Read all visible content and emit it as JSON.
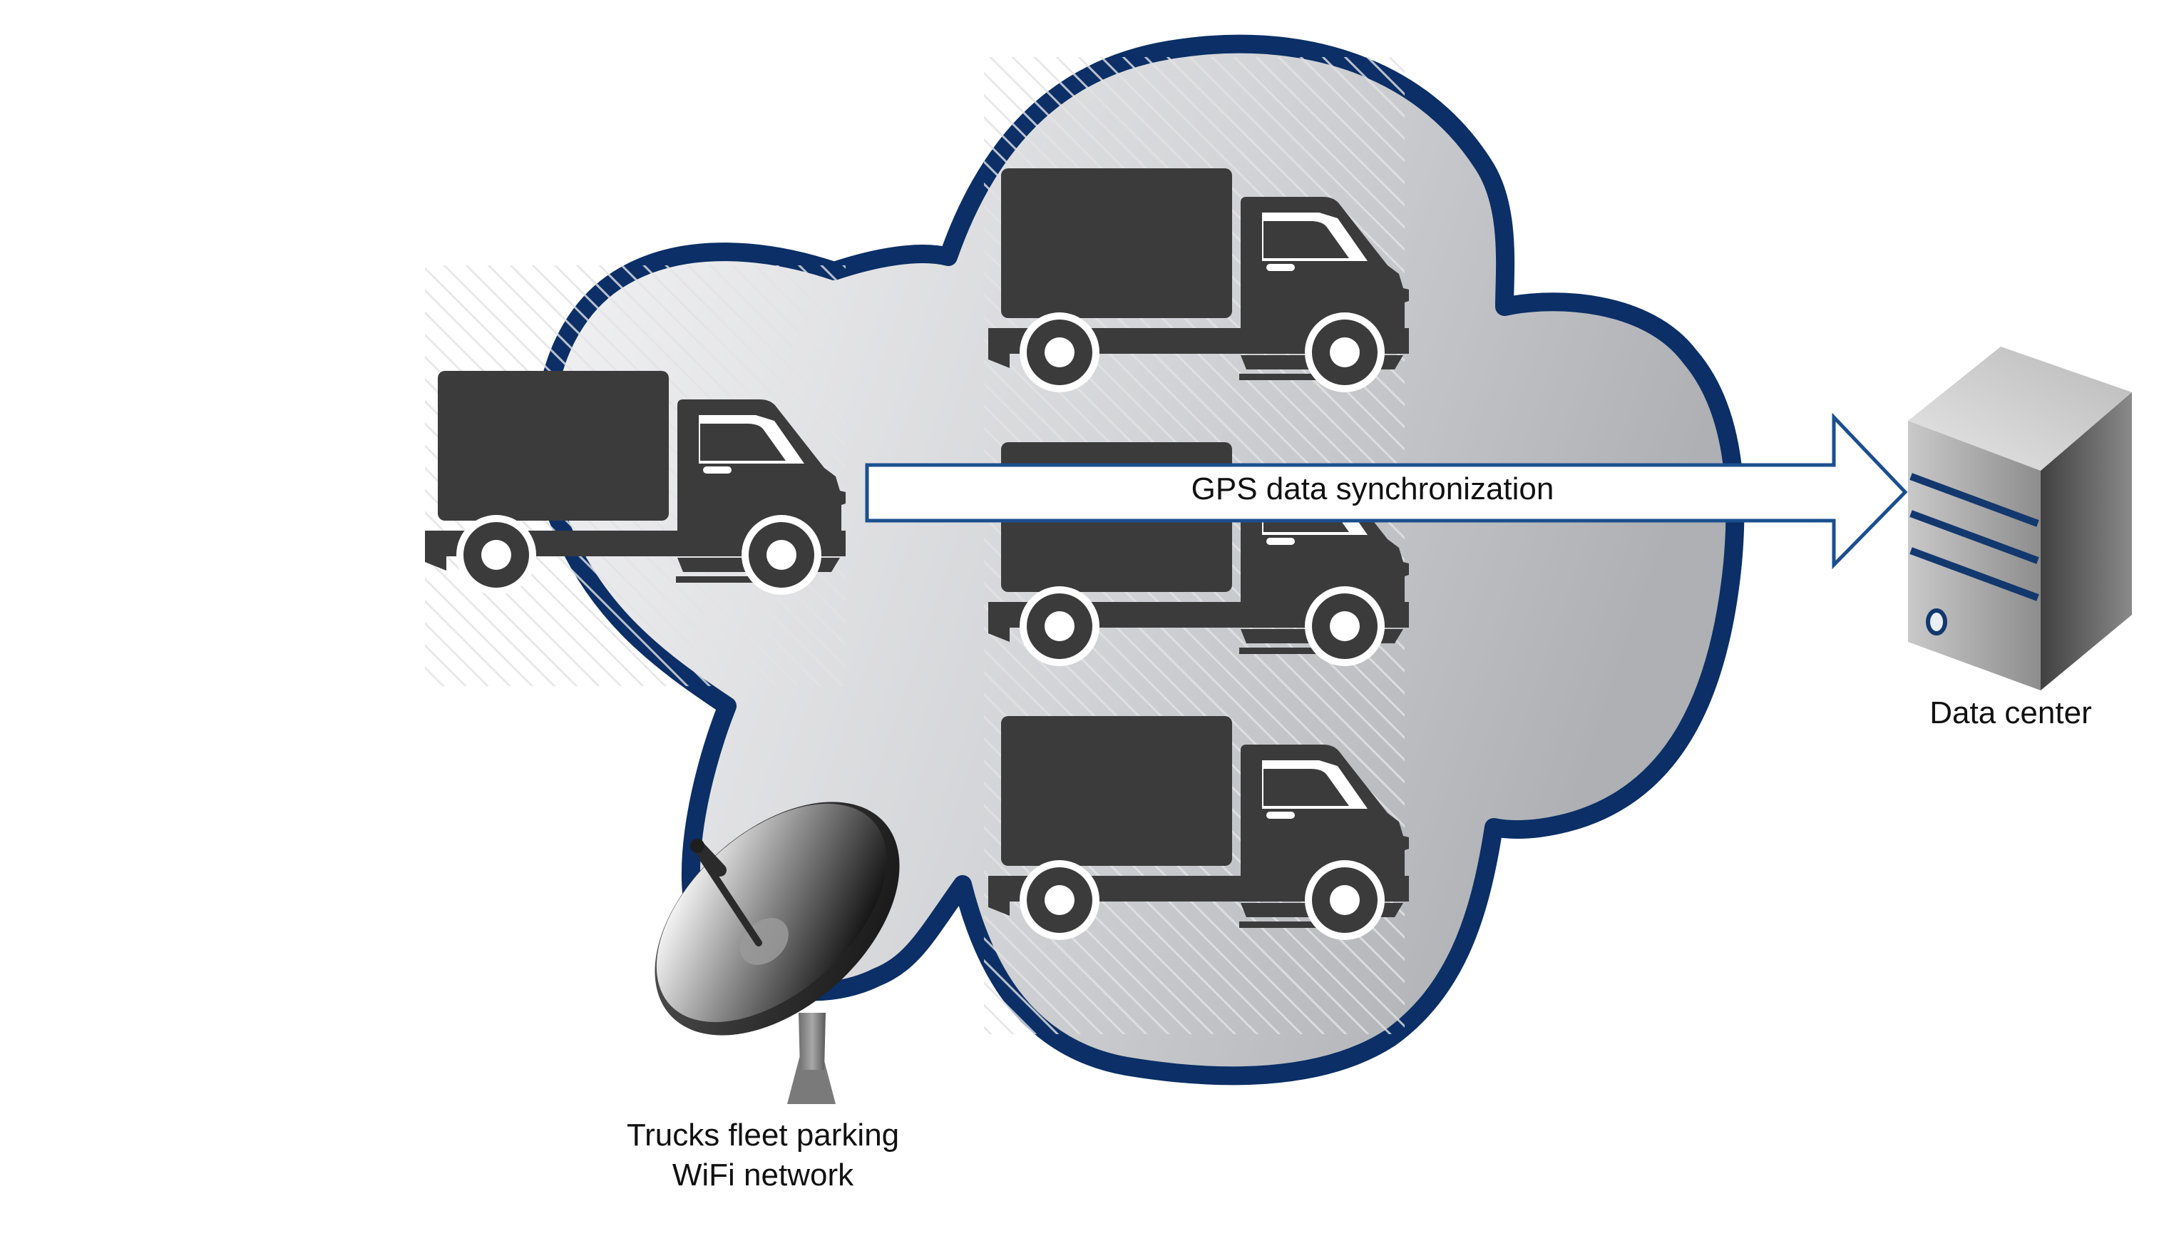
{
  "diagram": {
    "arrow_label": "GPS data synchronization",
    "datacenter_label": "Data center",
    "wifi_label_line1": "Trucks fleet parking",
    "wifi_label_line2": "WiFi network",
    "colors": {
      "cloud_border": "#0b2f66",
      "arrow_border": "#1b4f8f",
      "truck": "#3b3b3b",
      "server_stripes": "#12386e"
    },
    "icons": [
      "cloud-shape",
      "truck-icon",
      "server-icon",
      "satellite-dish-icon",
      "arrow-shape"
    ]
  }
}
